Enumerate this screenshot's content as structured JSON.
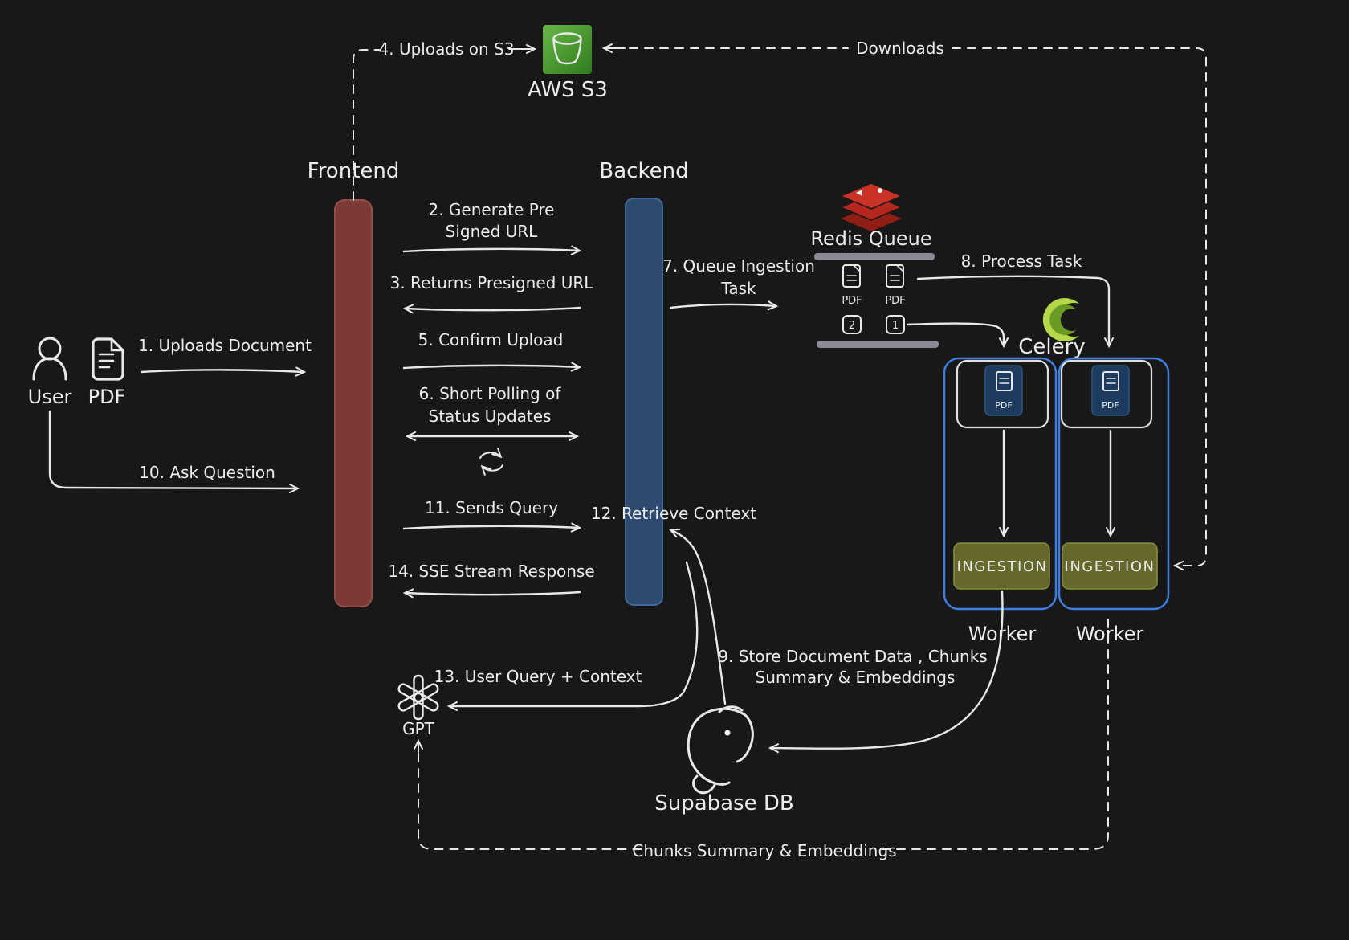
{
  "diagram_title": "Document RAG pipeline sequence diagram",
  "colors": {
    "background": "#181818",
    "frontend_bar": "#7b3a37",
    "backend_bar": "#2d4b70",
    "worker_border": "#3d7ee0",
    "ingestion_bg": "#66682c",
    "worker_label": "#d8de25",
    "supabase_label": "#e09f3a",
    "pdf_icon_orange": "#e8a23c",
    "s3_green": "#3e8a28",
    "redis_red": "#c93327",
    "celery_green": "#a8cf45",
    "line_stroke": "#e8e8e8"
  },
  "icons": {
    "user": "person-outline-icon",
    "pdf": "document-icon",
    "aws_s3": "s3-bucket-icon",
    "redis": "redis-stack-icon",
    "celery": "celery-leaf-icon",
    "gpt": "openai-logo-icon",
    "supabase": "postgres-elephant-icon",
    "refresh": "refresh-cycle-icon"
  },
  "nodes": {
    "user": {
      "label": "User"
    },
    "pdf": {
      "label": "PDF"
    },
    "frontend": {
      "label": "Frontend"
    },
    "backend": {
      "label": "Backend"
    },
    "aws_s3": {
      "label": "AWS S3"
    },
    "redis_queue": {
      "label": "Redis Queue",
      "doc1": "PDF",
      "doc2": "PDF",
      "slot_left": "2",
      "slot_right": "1"
    },
    "celery": {
      "label": "Celery"
    },
    "worker_1": {
      "label": "Worker",
      "doc": "PDF",
      "ingestion": "INGESTION"
    },
    "worker_2": {
      "label": "Worker",
      "doc": "PDF",
      "ingestion": "INGESTION"
    },
    "gpt": {
      "label": "GPT"
    },
    "supabase": {
      "label": "Supabase DB"
    }
  },
  "edges": {
    "uploads_document": "1. Uploads Document",
    "generate_presigned_line1": "2. Generate Pre",
    "generate_presigned_line2": "Signed URL",
    "returns_presigned": "3. Returns Presigned URL",
    "uploads_on_s3": "4. Uploads on S3",
    "confirm_upload": "5. Confirm  Upload",
    "short_polling_line1": "6. Short Polling of",
    "short_polling_line2": "Status Updates",
    "queue_ingestion_line1": "7. Queue Ingestion",
    "queue_ingestion_line2": "Task",
    "process_task": "8. Process Task",
    "store_data_line1": "9. Store Document Data , Chunks",
    "store_data_line2": "Summary & Embeddings",
    "ask_question": "10. Ask Question",
    "sends_query": "11. Sends Query",
    "retrieve_context": "12. Retrieve Context",
    "user_query_context": "13. User Query + Context",
    "sse_stream": "14. SSE Stream Response",
    "downloads": "Downloads",
    "chunks_summary": "Chunks Summary & Embeddings"
  }
}
